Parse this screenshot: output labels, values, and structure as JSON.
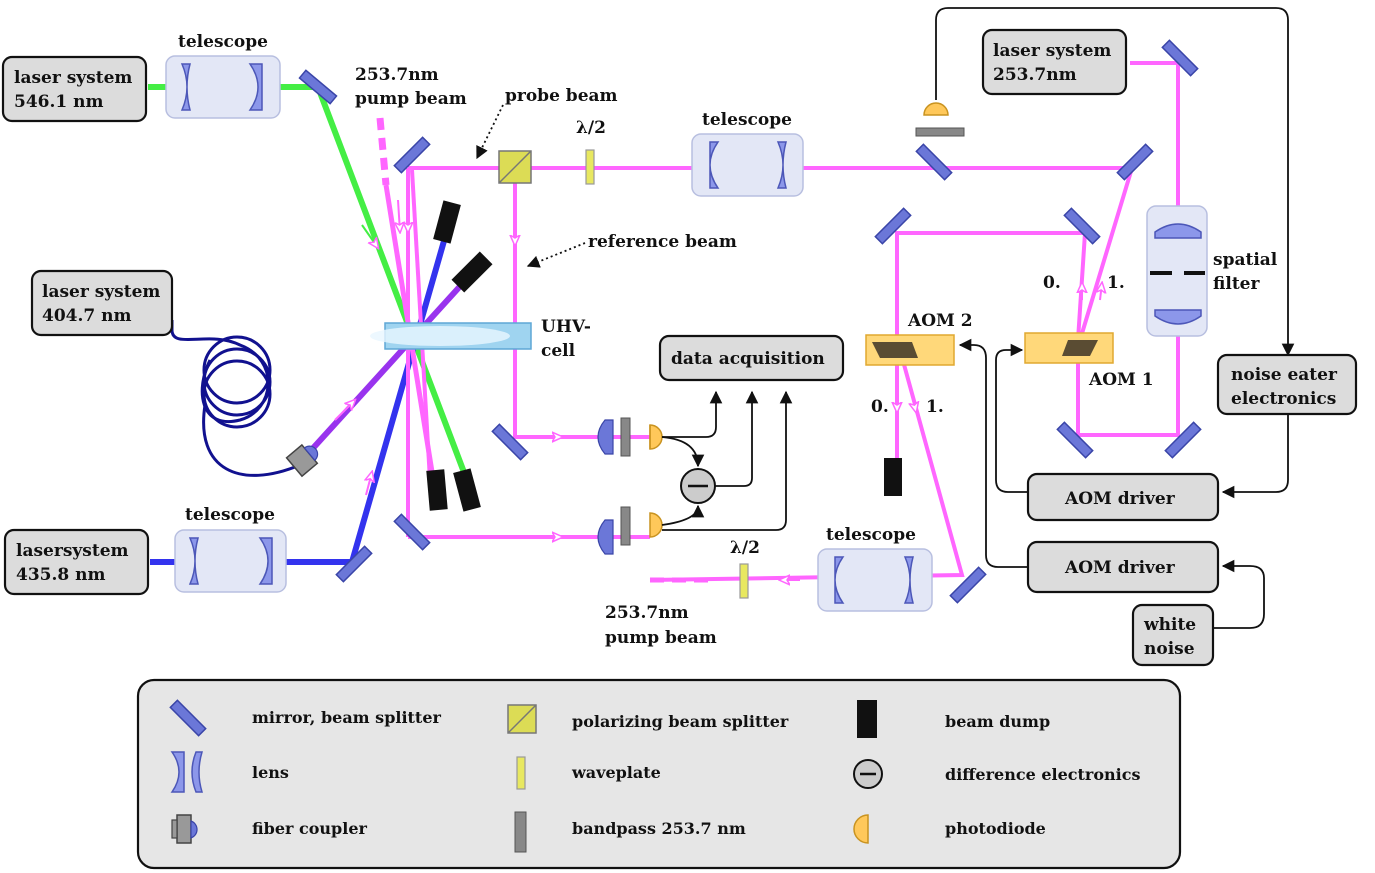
{
  "colors": {
    "pink": "#ff66ff",
    "green": "#44ee44",
    "blue": "#3333ee",
    "violet": "#9933ee",
    "fiber": "#11118f",
    "optic_blue": "#6b77d8",
    "lens_fill": "#8c97ea",
    "pbs_fill": "#dcdc55",
    "waveplate_fill": "#e8e860",
    "photodiode_fill": "#ffc85a",
    "aom_fill": "#ffd87a",
    "telescope_fill": "#e3e7f6",
    "box_fill": "#dcdcdc"
  },
  "sources": {
    "laser_546": [
      "laser system",
      "546.1 nm"
    ],
    "laser_4047": [
      "laser system",
      "404.7 nm"
    ],
    "laser_4358": [
      "lasersystem",
      "435.8 nm"
    ],
    "laser_2537": [
      "laser system",
      "253.7nm"
    ]
  },
  "labels": {
    "telescope": "telescope",
    "pump_beam_top": [
      "253.7nm",
      "pump beam"
    ],
    "pump_beam_bottom": [
      "253.7nm",
      "pump beam"
    ],
    "probe_beam": "probe beam",
    "reference_beam": "reference beam",
    "lambda_half": "λ/2",
    "uhv_cell": [
      "UHV-",
      "cell"
    ],
    "data_acquisition": "data acquisition",
    "aom1": "AOM 1",
    "aom2": "AOM 2",
    "order_0": "0.",
    "order_1": "1.",
    "spatial_filter": [
      "spatial",
      "filter"
    ],
    "noise_eater": [
      "noise eater",
      "electronics"
    ],
    "aom_driver": "AOM driver",
    "white_noise": [
      "white",
      "noise"
    ]
  },
  "legend": {
    "items": [
      {
        "label": "mirror, beam splitter",
        "icon": "mirror-icon"
      },
      {
        "label": "lens",
        "icon": "lens-icon"
      },
      {
        "label": "fiber coupler",
        "icon": "fiber-coupler-icon"
      },
      {
        "label": "polarizing beam splitter",
        "icon": "pbs-icon"
      },
      {
        "label": "waveplate",
        "icon": "waveplate-icon"
      },
      {
        "label": "bandpass 253.7 nm",
        "icon": "bandpass-icon"
      },
      {
        "label": "beam dump",
        "icon": "beam-dump-icon"
      },
      {
        "label": "difference electronics",
        "icon": "difference-icon"
      },
      {
        "label": "photodiode",
        "icon": "photodiode-icon"
      }
    ]
  }
}
